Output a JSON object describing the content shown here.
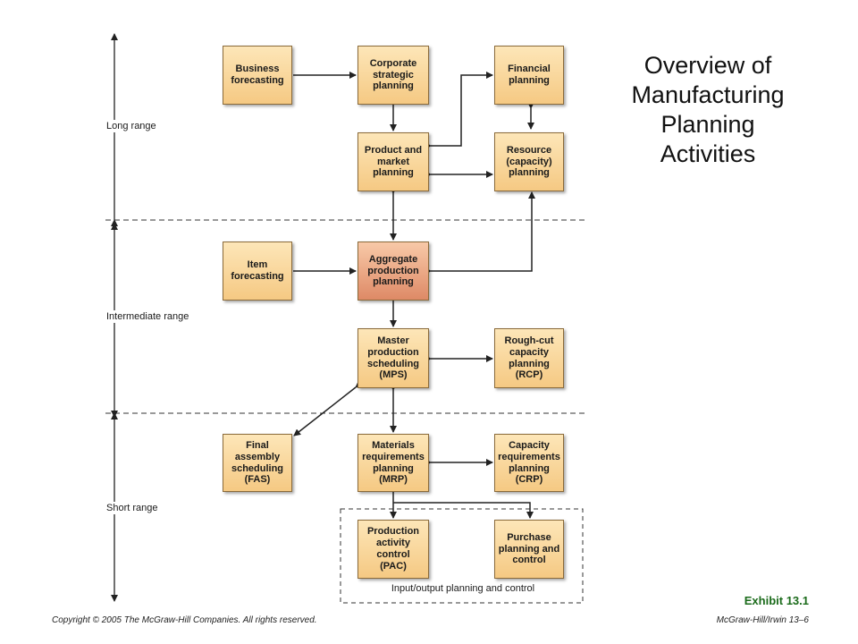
{
  "title": {
    "lines": [
      "Overview of",
      "Manufacturing",
      "Planning",
      "Activities"
    ]
  },
  "ranges": {
    "long": "Long range",
    "intermediate": "Intermediate range",
    "short": "Short range"
  },
  "nodes": {
    "business_forecasting": "Business\nforecasting",
    "corporate_strategic_planning": "Corporate\nstrategic\nplanning",
    "financial_planning": "Financial\nplanning",
    "product_market_planning": "Product and\nmarket\nplanning",
    "resource_capacity_planning": "Resource\n(capacity)\nplanning",
    "item_forecasting": "Item\nforecasting",
    "aggregate_production_planning": "Aggregate\nproduction\nplanning",
    "mps": "Master\nproduction\nscheduling\n(MPS)",
    "rcp": "Rough-cut\ncapacity\nplanning\n(RCP)",
    "fas": "Final\nassembly\nscheduling\n(FAS)",
    "mrp": "Materials\nrequirements\nplanning\n(MRP)",
    "crp": "Capacity\nrequirements\nplanning\n(CRP)",
    "pac": "Production\nactivity\ncontrol\n(PAC)",
    "purchase": "Purchase\nplanning and\ncontrol"
  },
  "io_group_label": "Input/output planning and control",
  "exhibit": "Exhibit 13.1",
  "footer": {
    "copyright": "Copyright © 2005 The McGraw-Hill Companies. All rights reserved.",
    "page": "McGraw-Hill/Irwin   13–6"
  },
  "colors": {
    "node_fill": "#f5c983",
    "highlight_fill": "#de8a66",
    "exhibit_text": "#1b6b1b"
  }
}
